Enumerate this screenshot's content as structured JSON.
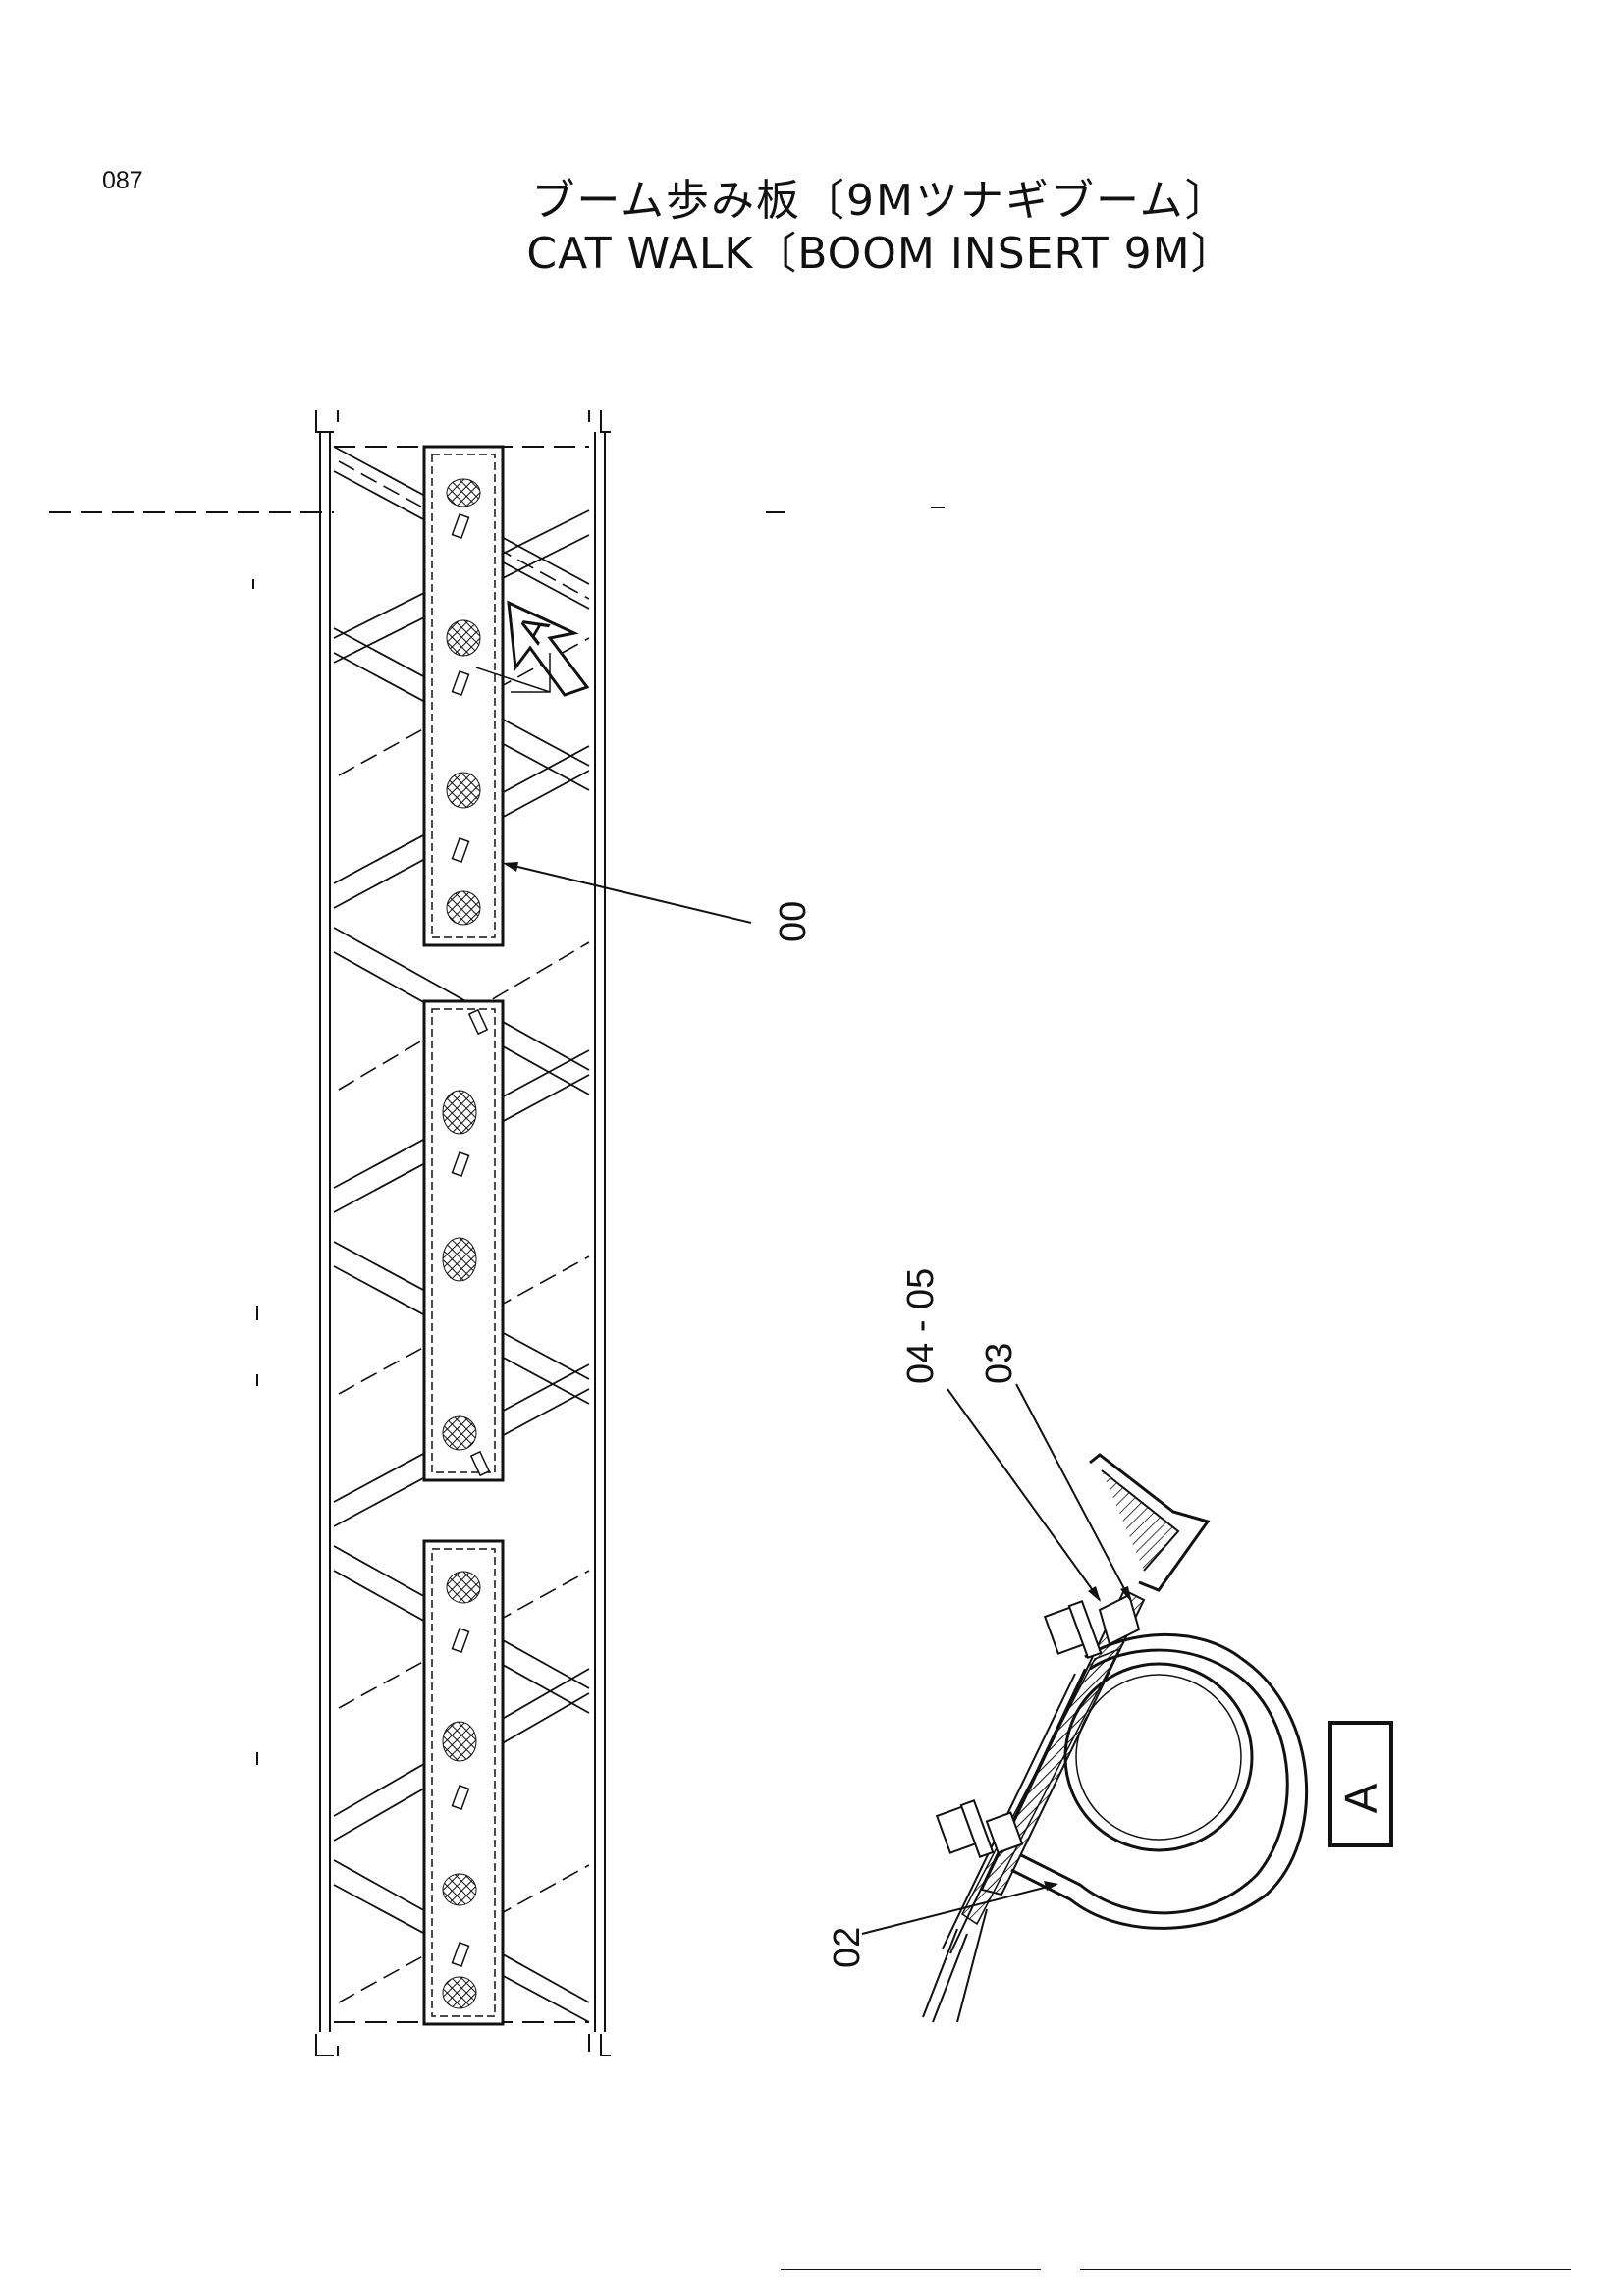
{
  "page": {
    "number": "087"
  },
  "title": {
    "japanese": "ブーム歩み板〔9Mツナギブーム〕",
    "english": "CAT WALK〔BOOM INSERT 9M〕"
  },
  "callouts": {
    "catwalk_assembly": "00",
    "u_bolt": "02",
    "plate": "03",
    "bolt_nut": "04 - 05"
  },
  "detail": {
    "view_marker": "A",
    "view_label": "A"
  }
}
